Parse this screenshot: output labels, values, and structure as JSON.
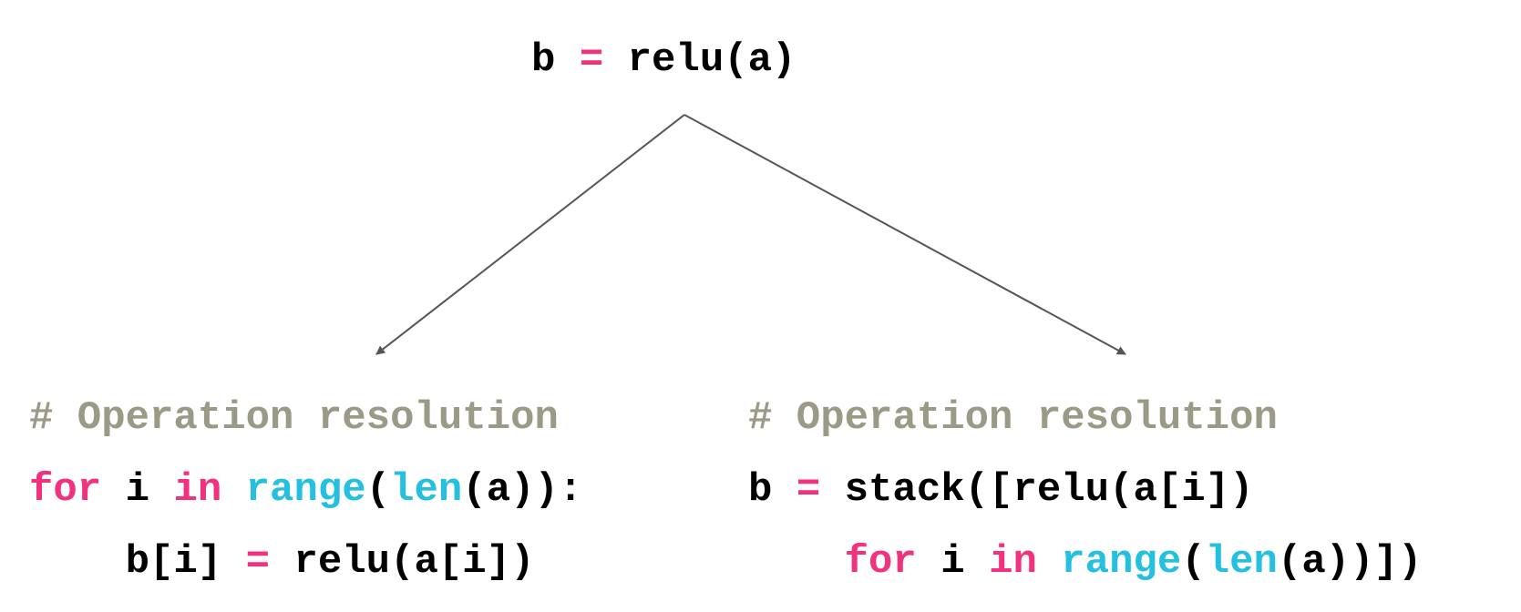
{
  "colors": {
    "default": "#000000",
    "keyword": "#f2317f",
    "builtin": "#25c0e0",
    "comment": "#9b9a87",
    "arrow": "#555555"
  },
  "top": {
    "line": [
      {
        "t": "b ",
        "c": "default"
      },
      {
        "t": "=",
        "c": "keyword"
      },
      {
        "t": " relu(a)",
        "c": "default"
      }
    ]
  },
  "left": {
    "lines": [
      [
        {
          "t": "# Operation resolution",
          "c": "comment"
        }
      ],
      [
        {
          "t": "for",
          "c": "keyword"
        },
        {
          "t": " i ",
          "c": "default"
        },
        {
          "t": "in",
          "c": "keyword"
        },
        {
          "t": " ",
          "c": "default"
        },
        {
          "t": "range",
          "c": "builtin"
        },
        {
          "t": "(",
          "c": "default"
        },
        {
          "t": "len",
          "c": "builtin"
        },
        {
          "t": "(a)):",
          "c": "default"
        }
      ],
      [
        {
          "t": "    b[i] ",
          "c": "default"
        },
        {
          "t": "=",
          "c": "keyword"
        },
        {
          "t": " relu(a[i])",
          "c": "default"
        }
      ]
    ]
  },
  "right": {
    "lines": [
      [
        {
          "t": "# Operation resolution",
          "c": "comment"
        }
      ],
      [
        {
          "t": "b ",
          "c": "default"
        },
        {
          "t": "=",
          "c": "keyword"
        },
        {
          "t": " stack([relu(a[i])",
          "c": "default"
        }
      ],
      [
        {
          "t": "    ",
          "c": "default"
        },
        {
          "t": "for",
          "c": "keyword"
        },
        {
          "t": " i ",
          "c": "default"
        },
        {
          "t": "in",
          "c": "keyword"
        },
        {
          "t": " ",
          "c": "default"
        },
        {
          "t": "range",
          "c": "builtin"
        },
        {
          "t": "(",
          "c": "default"
        },
        {
          "t": "len",
          "c": "builtin"
        },
        {
          "t": "(a))])",
          "c": "default"
        }
      ]
    ]
  }
}
